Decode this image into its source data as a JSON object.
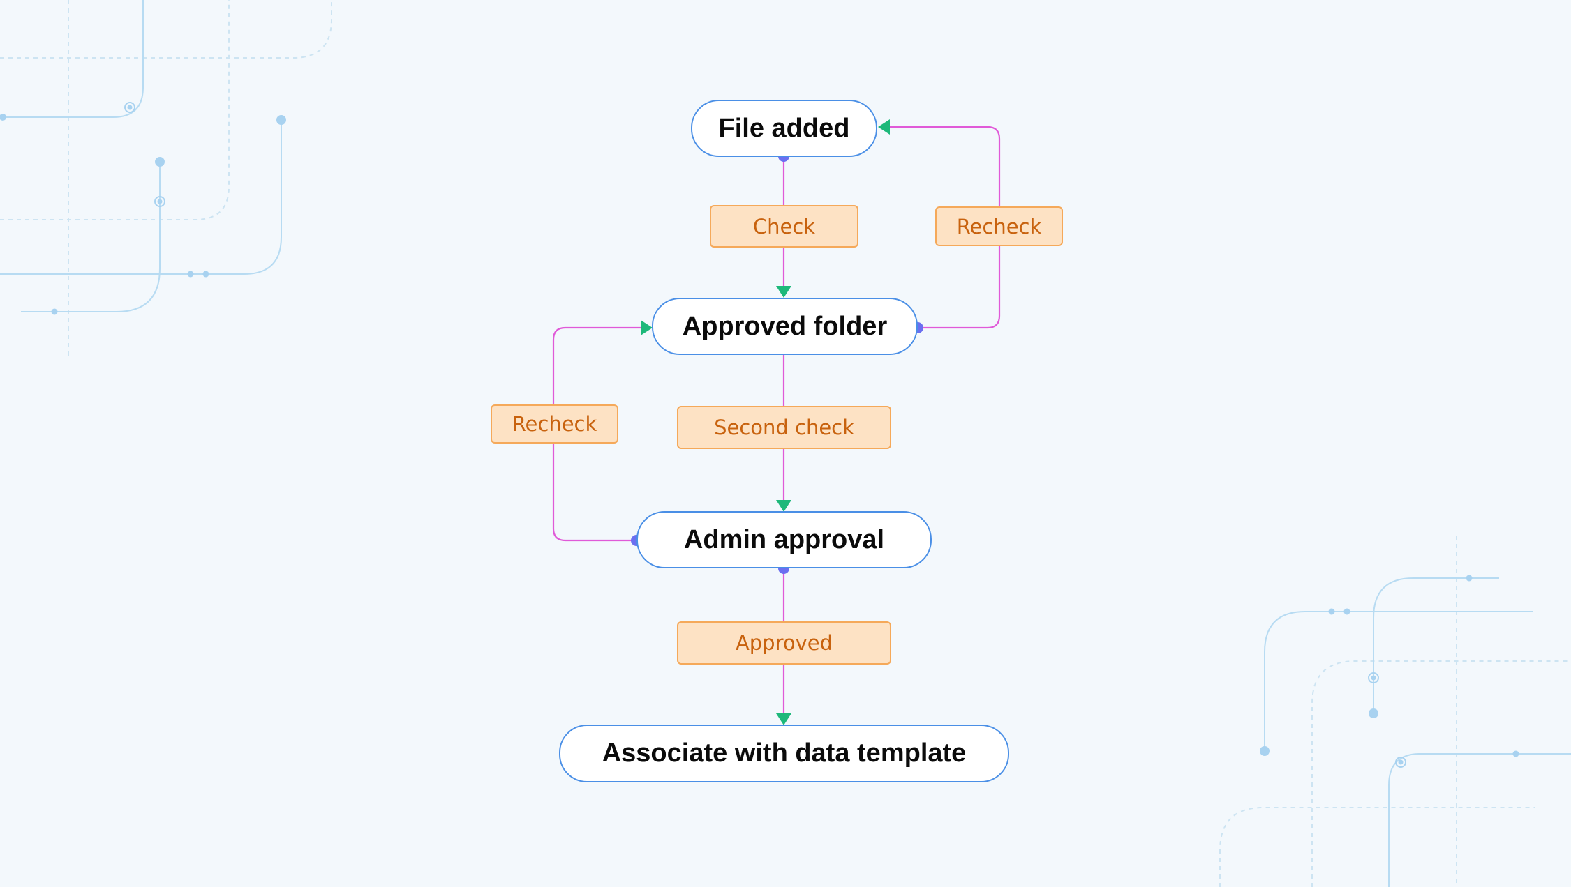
{
  "diagram": {
    "nodes": {
      "file_added": "File added",
      "approved_folder": "Approved folder",
      "admin_approval": "Admin approval",
      "associate_template": "Associate with data template"
    },
    "edges": {
      "check": "Check",
      "recheck_top": "Recheck",
      "second_check": "Second check",
      "recheck_left": "Recheck",
      "approved": "Approved"
    }
  },
  "colors": {
    "background": "#f3f8fc",
    "node_border": "#4a8fe6",
    "connector": "#e05ad8",
    "arrowhead": "#1db87a",
    "port_dot": "#6b6ff0",
    "label_fill": "#fde2c4",
    "label_border": "#f5a95a",
    "label_text": "#c8620e",
    "decoration": "#a8d2f0"
  }
}
